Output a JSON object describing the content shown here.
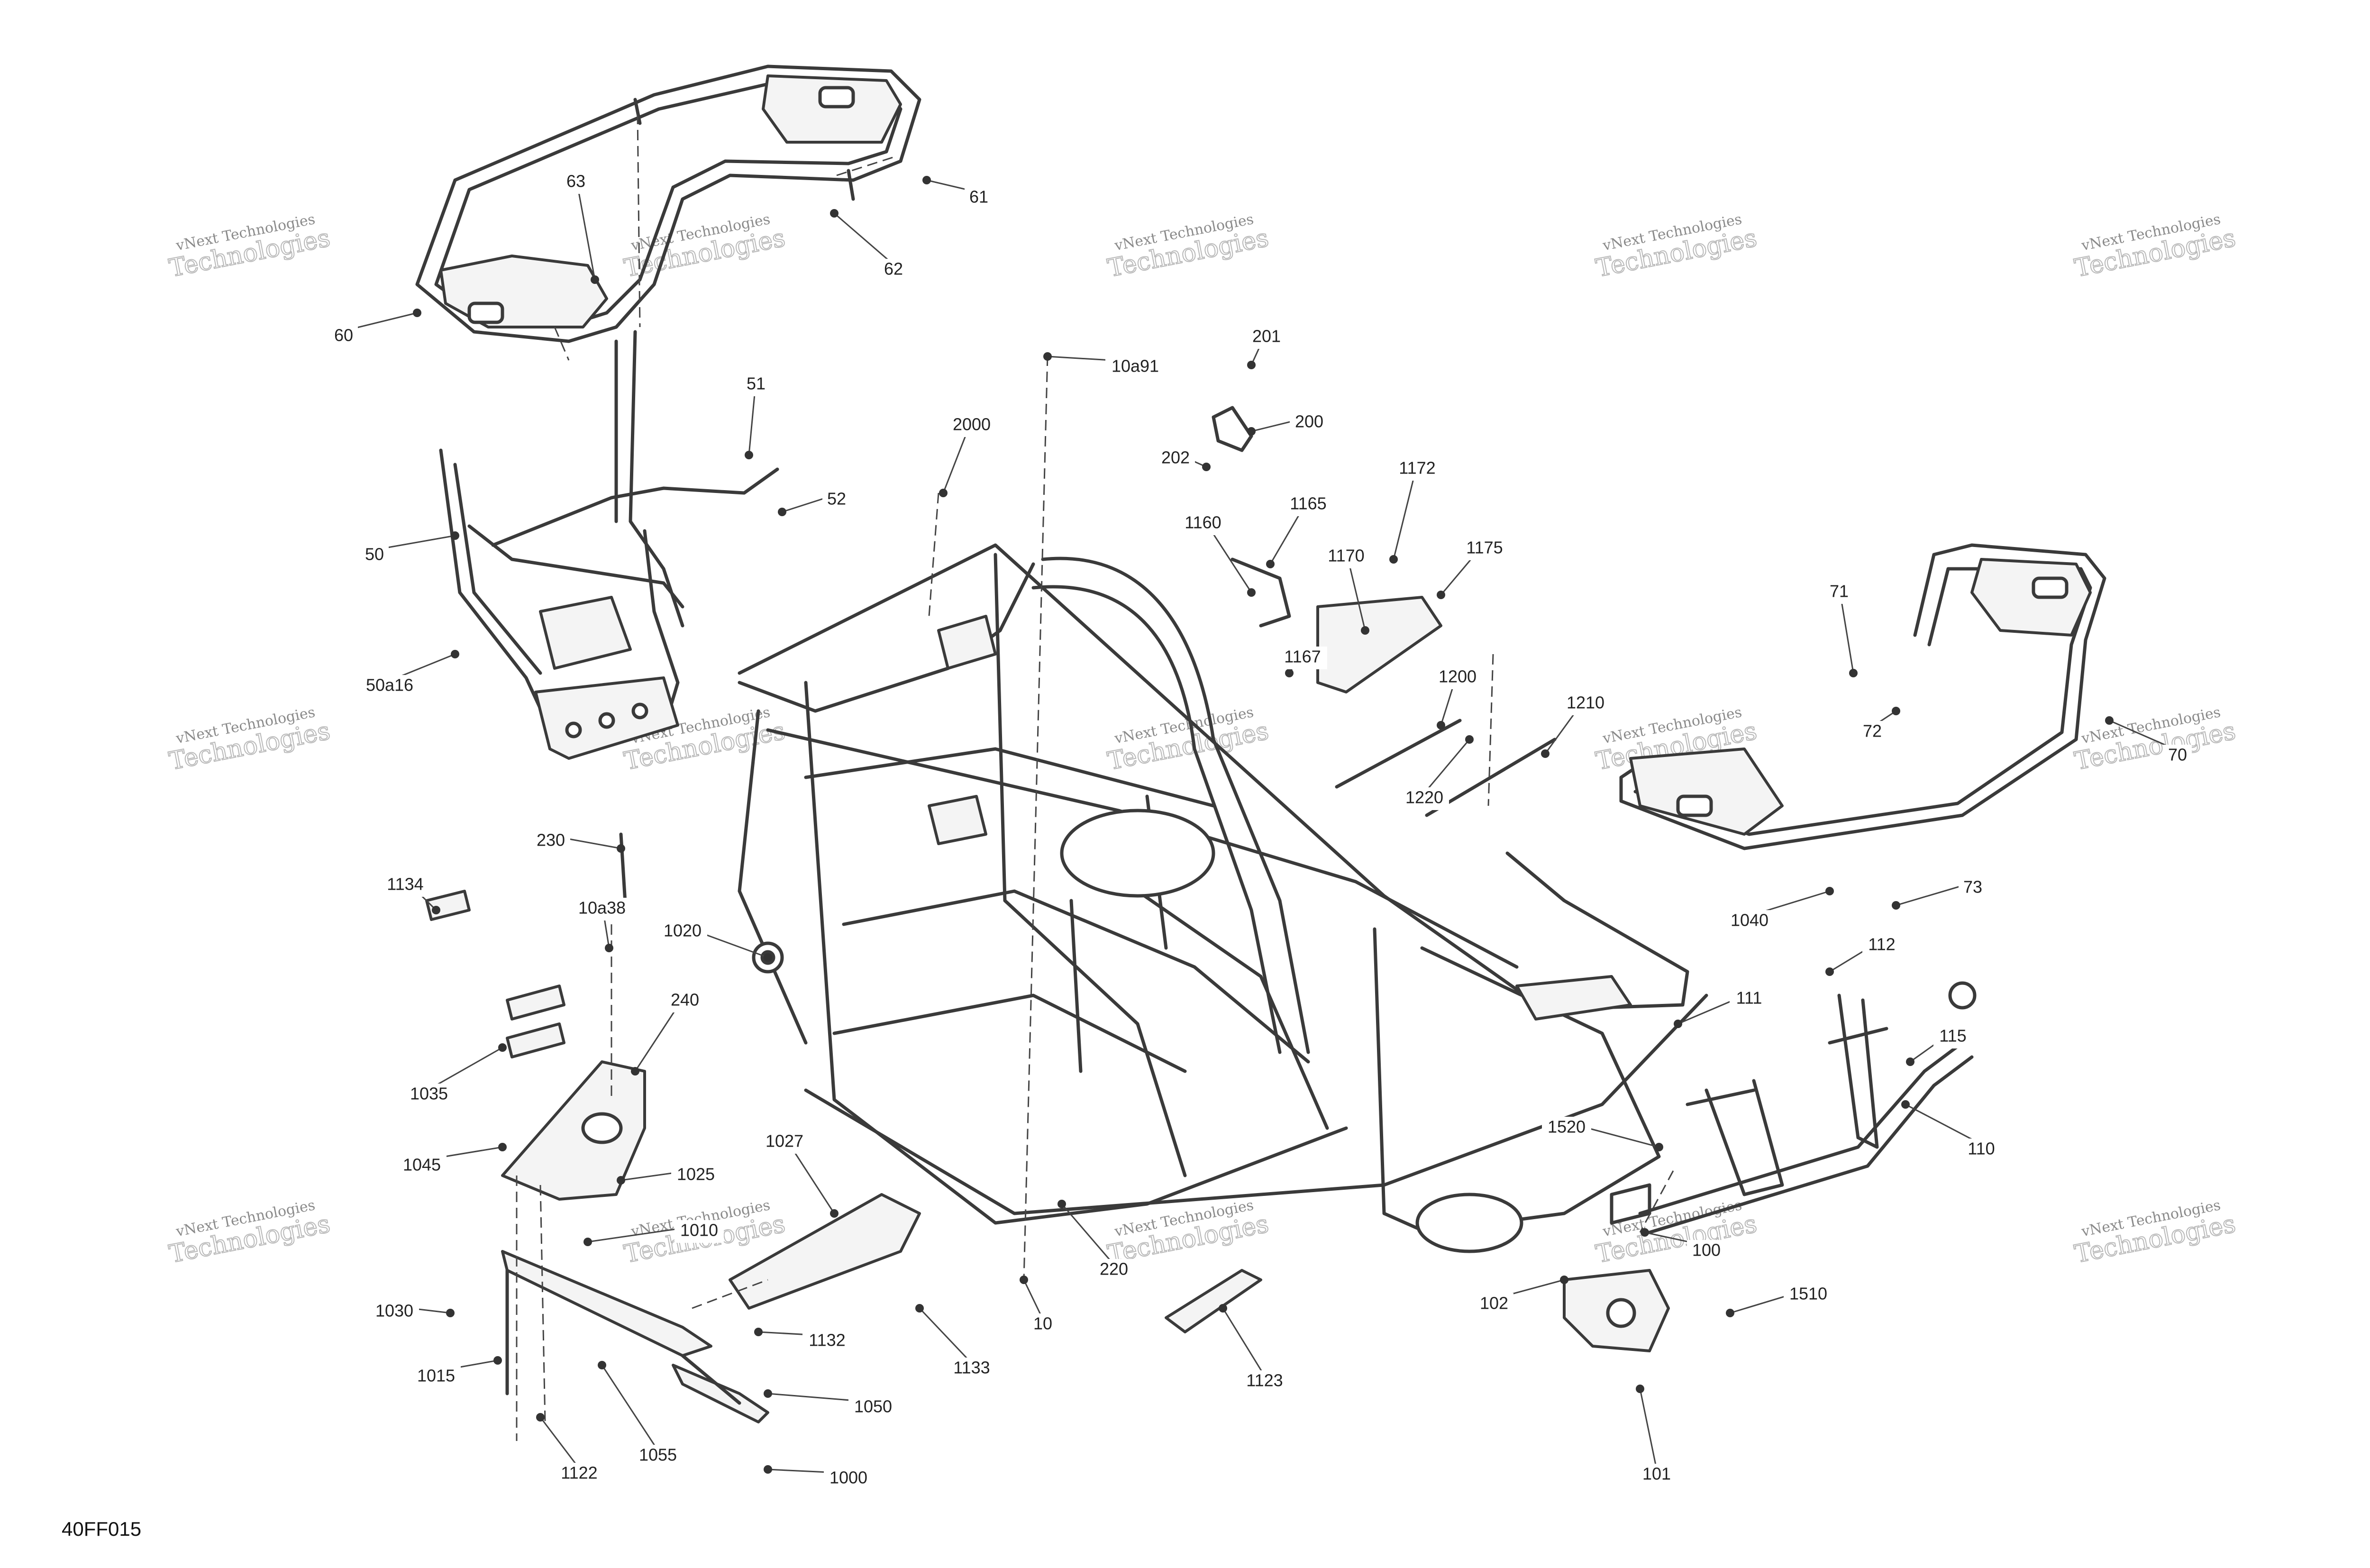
{
  "figure_code": "40FF015",
  "watermark": {
    "line1": "vNext Technologies",
    "line2": "Technologies"
  },
  "callouts": [
    "60",
    "61",
    "62",
    "63",
    "50",
    "51",
    "52",
    "50a16",
    "10a91",
    "2000",
    "201",
    "202",
    "200",
    "1160",
    "1165",
    "1172",
    "1170",
    "1175",
    "1167",
    "1200",
    "1220",
    "1210",
    "71",
    "72",
    "70",
    "73",
    "1040",
    "230",
    "1134",
    "10a38",
    "1020",
    "240",
    "1035",
    "1045",
    "1025",
    "1010",
    "1027",
    "1030",
    "1015",
    "1132",
    "1133",
    "10",
    "220",
    "1123",
    "1050",
    "1055",
    "1122",
    "1000",
    "111",
    "112",
    "115",
    "110",
    "1520",
    "100",
    "102",
    "1510",
    "101"
  ]
}
